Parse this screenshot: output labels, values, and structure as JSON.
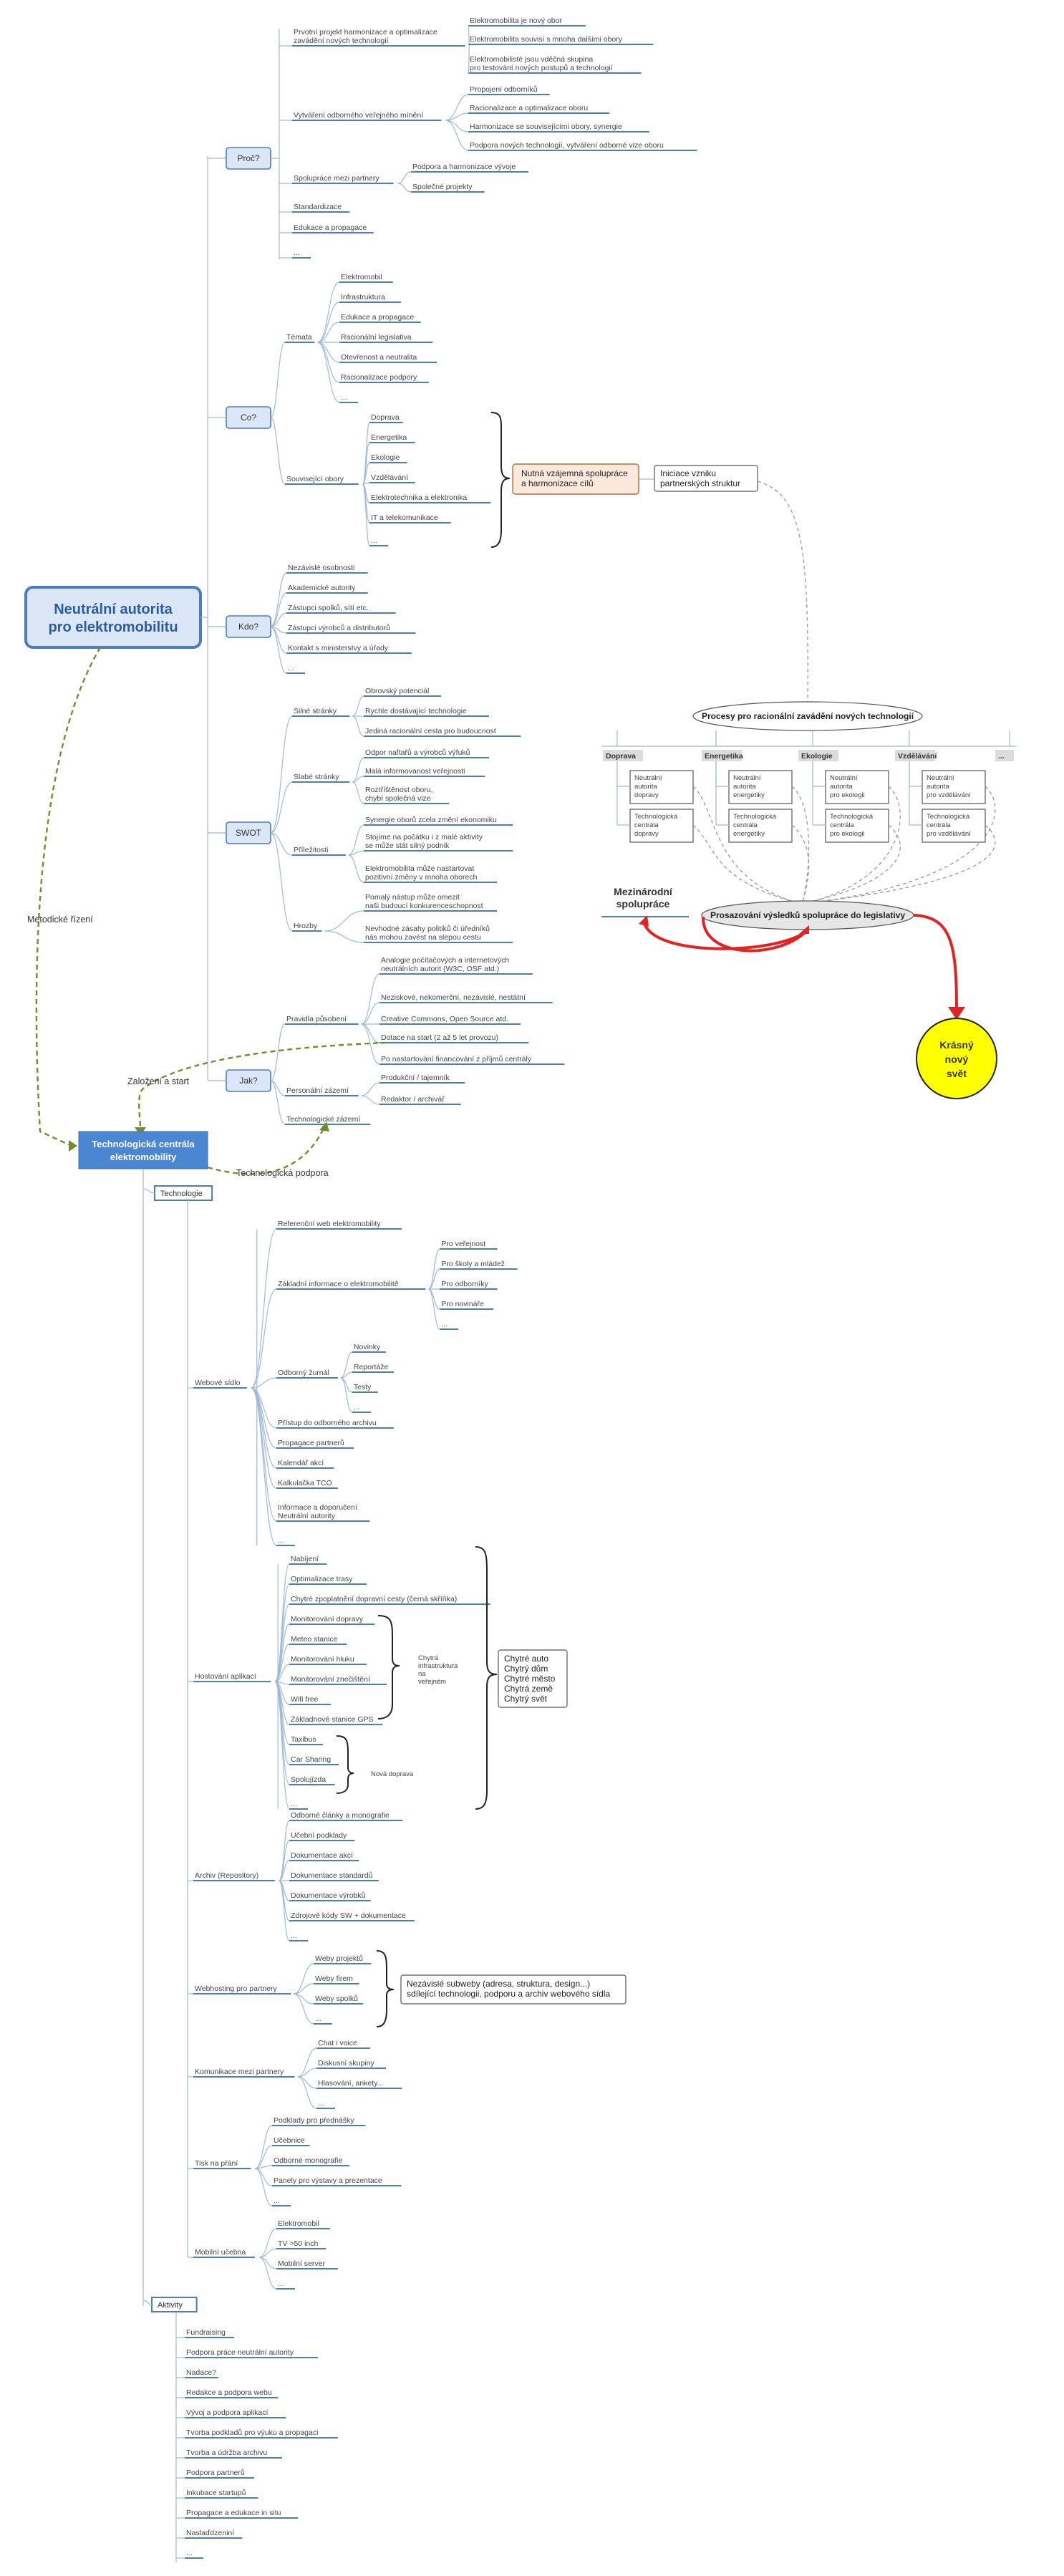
{
  "root": {
    "line1": "Neutrální autorita",
    "line2": "pro elektromobilitu"
  },
  "proc": {
    "label": "Proč?",
    "items": [
      {
        "label_lines": [
          "Prvotní projekt harmonizace a optimalizace",
          "zavádění nových technologií"
        ],
        "children": [
          [
            "Elektromobilita je nový obor"
          ],
          [
            "Elektromobilita souvisí s mnoha dalšími obory"
          ],
          [
            "Elektromobilisté jsou vděčná skupina",
            "pro testování nových postupů a technologií"
          ]
        ]
      },
      {
        "label_lines": [
          "Vytváření odborného veřejného mínění"
        ],
        "children": [
          [
            "Propojení odborníků"
          ],
          [
            "Racionalizace a optimalizace oboru"
          ],
          [
            "Harmonizace se souvisejícími obory, synergie"
          ],
          [
            "Podpora nových technologií, vytváření odborné vize oboru"
          ]
        ]
      },
      {
        "label_lines": [
          "Spolupráce mezi partnery"
        ],
        "children": [
          [
            "Podpora a harmonizace vývoje"
          ],
          [
            "Společné projekty"
          ]
        ]
      },
      {
        "label_lines": [
          "Standardizace"
        ],
        "children": []
      },
      {
        "label_lines": [
          "Edukace a propagace"
        ],
        "children": []
      },
      {
        "label_lines": [
          "..."
        ],
        "children": []
      }
    ]
  },
  "co": {
    "label": "Co?",
    "temata": {
      "label": "Témata",
      "items": [
        "Elektromobil",
        "Infrastruktura",
        "Edukace a propagace",
        "Racionální legislativa",
        "Otevřenost a neutralita",
        "Racionalizace podpory",
        "..."
      ]
    },
    "obory": {
      "label": "Související obory",
      "items": [
        "Doprava",
        "Energetika",
        "Ekologie",
        "Vzdělávání",
        "Elektrotechnika a elektronika",
        "IT a telekomunikace",
        "..."
      ]
    },
    "harmonizace": [
      "Nutná vzájemná spolupráce",
      "a harmonizace cílů"
    ],
    "iniciace": [
      "Iniciace vzniku",
      "partnerských struktur"
    ]
  },
  "kdo": {
    "label": "Kdo?",
    "items": [
      "Nezávislé osobnosti",
      "Akademické autority",
      "Zástupci spolků, sítí etc.",
      "Zástupci výrobců a distributorů",
      "Kontakt s ministerstvy a úřady",
      "..."
    ]
  },
  "swot": {
    "label": "SWOT",
    "groups": [
      {
        "label": "Silné stránky",
        "items": [
          [
            "Obrovský potenciál"
          ],
          [
            "Rychle dostávající technologie"
          ],
          [
            "Jediná racionální cesta pro budoucnost"
          ]
        ]
      },
      {
        "label": "Slabé stránky",
        "items": [
          [
            "Odpor naftařů a výrobců výfuků"
          ],
          [
            "Malá informovanost veřejnosti"
          ],
          [
            "Roztříštěnost oboru,",
            "chybí společná vize"
          ]
        ]
      },
      {
        "label": "Příležitosti",
        "items": [
          [
            "Synergie oborů zcela změní ekonomiku"
          ],
          [
            "Stojíme na počátku i z malé aktivity",
            "se může stát silný podnik"
          ],
          [
            "Elektromobilita může nastartovat",
            "pozitivní změny v mnoha oborech"
          ]
        ]
      },
      {
        "label": "Hrozby",
        "items": [
          [
            "Pomalý nástup může omezit",
            "naši budoucí konkurenceschopnost"
          ],
          [
            "Nevhodné zásahy politiků či úředníků",
            "nás mohou zavést na slepou cestu"
          ]
        ]
      }
    ]
  },
  "procesy": {
    "title": "Procesy pro racionální zavádění nových technologií",
    "columns": [
      {
        "label": "Doprava",
        "boxes": [
          [
            "Neutrální",
            "autorita",
            "dopravy"
          ],
          [
            "Technologická",
            "centrála",
            "dopravy"
          ]
        ]
      },
      {
        "label": "Energetika",
        "boxes": [
          [
            "Neutrální",
            "autorita",
            "energetiky"
          ],
          [
            "Technologická",
            "centrála",
            "energetiky"
          ]
        ]
      },
      {
        "label": "Ekologie",
        "boxes": [
          [
            "Neutrální",
            "autorita",
            "pro ekologii"
          ],
          [
            "Technologická",
            "centrála",
            "pro ekologii"
          ]
        ]
      },
      {
        "label": "Vzdělávání",
        "boxes": [
          [
            "Neutrální",
            "autorita",
            "pro vzdělávání"
          ],
          [
            "Technologická",
            "centrála",
            "pro vzdělávání"
          ]
        ]
      },
      {
        "label": "...",
        "boxes": []
      }
    ],
    "legislativa": "Prosazování výsledků spolupráce do legislativy",
    "mezinarodni": [
      "Mezinárodní",
      "spolupráce"
    ],
    "svet": [
      "Krásný",
      "nový",
      "svět"
    ]
  },
  "jak": {
    "label": "Jak?",
    "groups": [
      {
        "label": "Pravidla působení",
        "items": [
          [
            "Analogie počítačových a internetových",
            "neutrálních autorit (W3C, OSF atd.)"
          ],
          [
            "Neziskové, nekomerční, nezávislé, nestátní"
          ],
          [
            "Creative Commons, Open Source atd."
          ],
          [
            "Dotace na start (2 až 5 let provozu)"
          ],
          [
            "Po nastartování financování z příjmů centrály"
          ]
        ]
      },
      {
        "label": "Personální zázemí",
        "items": [
          [
            "Produkční / tajemník"
          ],
          [
            "Redaktor / archivář"
          ]
        ]
      },
      {
        "label": "Technologické zázemí",
        "items": []
      }
    ]
  },
  "connectors": {
    "metodicke": "Metodické řízení",
    "zalozeni": "Založení a start",
    "podpora": "Technologická podpora"
  },
  "tc": {
    "line1": "Technologická centrála",
    "line2": "elektromobility"
  },
  "technologie": {
    "label": "Technologie",
    "web": {
      "label": "Webové sídlo",
      "items": [
        {
          "label": "Referenční web elektromobility",
          "children": []
        },
        {
          "label": "Základní informace o elektromobilitě",
          "children": [
            "Pro veřejnost",
            "Pro školy a mládež",
            "Pro odborníky",
            "Pro novináře",
            "..."
          ]
        },
        {
          "label": "Odborný žurnál",
          "children": [
            "Novinky",
            "Reportáže",
            "Testy",
            "..."
          ]
        },
        {
          "label": "Přístup do odborného archivu",
          "children": []
        },
        {
          "label": "Propagace partnerů",
          "children": []
        },
        {
          "label": "Kalendář akcí",
          "children": []
        },
        {
          "label": "Kalkulačka TCO",
          "children": []
        },
        {
          "label": "Informace a doporučení|Neutrální autority",
          "children": []
        },
        {
          "label": "...",
          "children": []
        }
      ]
    },
    "hosting": {
      "label": "Hostování aplikací",
      "items": [
        "Nabíjení",
        "Optimalizace trasy",
        "Chytré zpoplatnění dopravní cesty (černá skříňka)",
        "Monitorování dopravy",
        "Meteo stanice",
        "Monitorování hluku",
        "Monitorování znečištění",
        "Wifi free",
        "Základnové stanice GPS",
        "Taxibus",
        "Car Sharing",
        "Spolujízda",
        "..."
      ],
      "infra": [
        "Chytrá",
        "infrastruktura",
        "na",
        "veřejném"
      ],
      "nova": "Nová doprava",
      "chytre": [
        "Chytré auto",
        "Chytrý dům",
        "Chytré město",
        "Chytrá země",
        "Chytrý svět"
      ]
    },
    "archiv": {
      "label": "Archiv (Repository)",
      "items": [
        "Odborné články a monografie",
        "Učební podklady",
        "Dokumentace akcí",
        "Dokumentace standardů",
        "Dokumentace výrobků",
        "Zdrojové kódy SW + dokumentace",
        "..."
      ]
    },
    "webhosting": {
      "label": "Webhosting pro partnery",
      "items": [
        "Weby projektů",
        "Weby firem",
        "Weby spolků",
        "..."
      ],
      "note": [
        "Nezávislé subweby (adresa, struktura, design...)",
        "sdílející technologii, podporu a archiv webového sídla"
      ]
    },
    "komunikace": {
      "label": "Komunikace mezi partnery",
      "items": [
        "Chat i voice",
        "Diskusní skupiny",
        "Hlasování, ankety...",
        "..."
      ]
    },
    "tisk": {
      "label": "Tisk na přání",
      "items": [
        "Podklady pro přednášky",
        "Učebnice",
        "Odborné monografie",
        "Panely pro výstavy a prezentace",
        "..."
      ]
    },
    "mobilni": {
      "label": "Mobilní učebna",
      "items": [
        "Elektromobil",
        "TV >50 inch",
        "Mobilní server",
        "..."
      ]
    }
  },
  "aktivity": {
    "label": "Aktivity",
    "items": [
      "Fundraising",
      "Podpora práce neutrální autority",
      "Nadace?",
      "Redakce a podpora webu",
      "Vývoj a podpora aplikací",
      "Tvorba podkladů pro výuku a propagaci",
      "Tvorba a údržba archivu",
      "Podpora partnerů",
      "Inkubace startupů",
      "Propagace a edukace in situ",
      "Naslaďdzeniní",
      "..."
    ]
  },
  "colors": {
    "accent": "#4a7cc0",
    "category_fill": "#dbe7f6",
    "central": "#4a86d1",
    "green": "#6f8f2d",
    "red": "#e32222",
    "yellow": "#ffff00",
    "peach": "#fde9db"
  }
}
